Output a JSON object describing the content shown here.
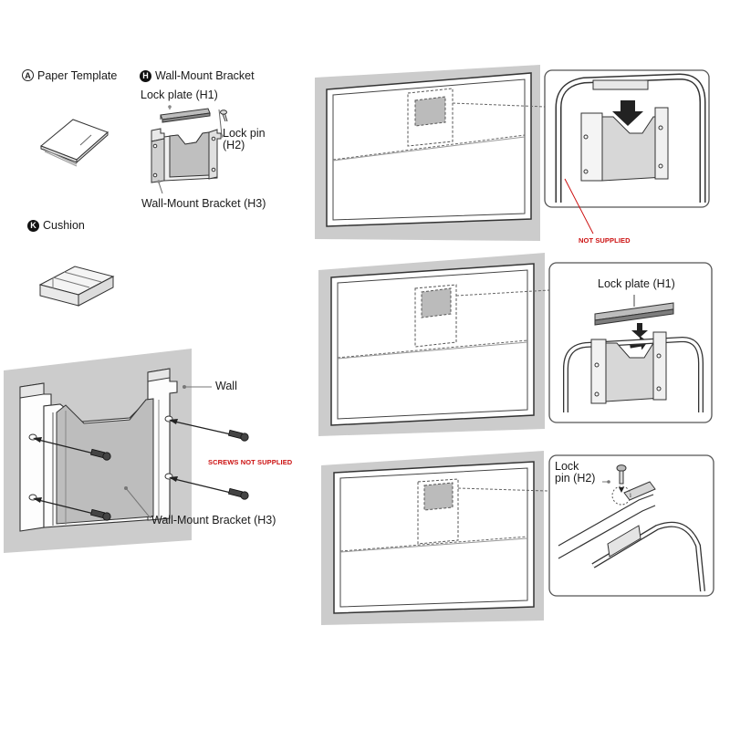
{
  "parts": {
    "paper_template": {
      "letter": "A",
      "label": "Paper Template"
    },
    "wall_mount_bracket": {
      "letter": "H",
      "label": "Wall-Mount Bracket"
    },
    "lock_plate": "Lock plate (H1)",
    "lock_pin_line1": "Lock pin",
    "lock_pin_line2": "(H2)",
    "bracket_h3": "Wall-Mount Bracket (H3)",
    "cushion": {
      "letter": "K",
      "label": "Cushion"
    }
  },
  "wall_figure": {
    "wall": "Wall",
    "screws_note": "SCREWS NOT SUPPLIED",
    "bracket": "Wall-Mount Bracket (H3)"
  },
  "step1": {
    "note": "NOT SUPPLIED"
  },
  "step2": {
    "lock_plate": "Lock plate (H1)"
  },
  "step3": {
    "lock_pin_line1": "Lock",
    "lock_pin_line2": "pin (H2)"
  },
  "colors": {
    "wall_gray": "#cccccc",
    "line": "#2b2b2b",
    "red_note": "#cc1111",
    "frame": "#333333"
  }
}
